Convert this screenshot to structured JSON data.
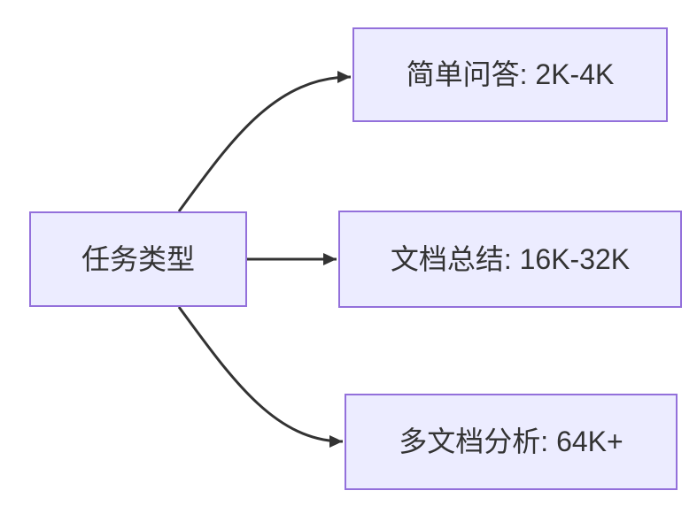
{
  "diagram": {
    "type": "flowchart-left-to-right",
    "colors": {
      "background": "#ffffff",
      "node_fill": "#ececff",
      "node_border": "#9370db",
      "edge_color": "#333333",
      "text_color": "#333333"
    },
    "root": {
      "label": "任务类型"
    },
    "children": [
      {
        "label": "简单问答: 2K-4K"
      },
      {
        "label": "文档总结: 16K-32K"
      },
      {
        "label": "多文档分析: 64K+"
      }
    ],
    "edges": [
      {
        "from": "任务类型",
        "to": "简单问答: 2K-4K"
      },
      {
        "from": "任务类型",
        "to": "文档总结: 16K-32K"
      },
      {
        "from": "任务类型",
        "to": "多文档分析: 64K+"
      }
    ]
  }
}
